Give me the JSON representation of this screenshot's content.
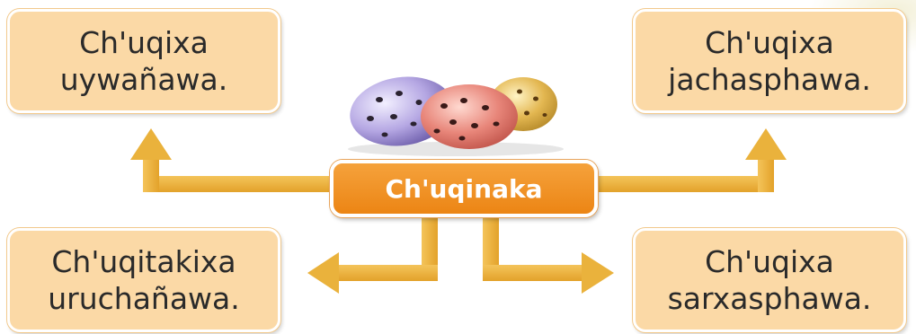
{
  "center": {
    "label": "Ch'uqinaka"
  },
  "boxes": {
    "top_left": {
      "line1": "Ch'uqixa",
      "line2": "uywañawa."
    },
    "top_right": {
      "line1": "Ch'uqixa",
      "line2": "jachasphawa."
    },
    "bottom_left": {
      "line1": "Ch'uqitakixa",
      "line2": "uruchañawa."
    },
    "bottom_right": {
      "line1": "Ch'uqixa",
      "line2": "sarxasphawa."
    }
  },
  "colors": {
    "box_fill": "#fbd9a6",
    "center_fill": "#ec8514",
    "arrow": "#eab23c",
    "text": "#2a2a2a"
  },
  "icons": [
    "potatoes-illustration"
  ]
}
